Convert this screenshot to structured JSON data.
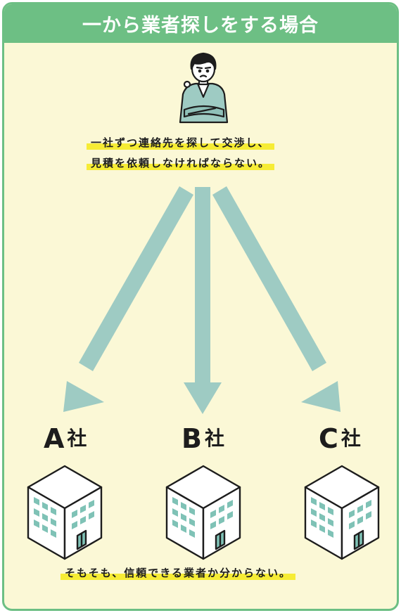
{
  "title": "一から業者探しをする場合",
  "caption_top_line1": "一社ずつ連絡先を探して交渉し、",
  "caption_top_line2": "見積を依頼しなければならない。",
  "companies": [
    {
      "letter": "A",
      "suffix": "社"
    },
    {
      "letter": "B",
      "suffix": "社"
    },
    {
      "letter": "C",
      "suffix": "社"
    }
  ],
  "caption_bottom": "そもそも、信頼できる業者か分からない。",
  "colors": {
    "frame": "#6dbf84",
    "background": "#fbf8d6",
    "arrow": "#9ecbc3",
    "highlight": "#f6ec35",
    "building_window": "#7fc2b6"
  },
  "icons": [
    "worried-person-icon",
    "arrow-down-left-icon",
    "arrow-down-icon",
    "arrow-down-right-icon",
    "building-icon"
  ]
}
